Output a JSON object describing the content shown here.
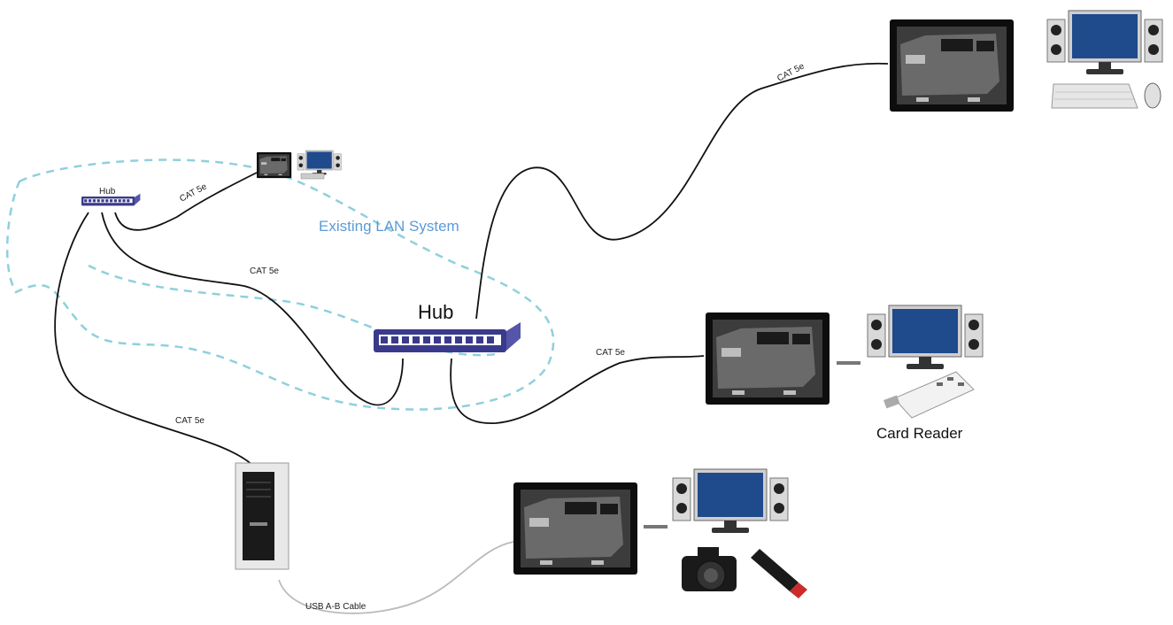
{
  "labels": {
    "lan_system": "Existing LAN System",
    "hub_main": "Hub",
    "hub_small": "Hub",
    "card_reader": "Card Reader",
    "cable_cat5e_top_right": "CAT 5e",
    "cable_cat5e_mid_right": "CAT 5e",
    "cable_cat5e_left_mid": "CAT 5e",
    "cable_cat5e_small": "CAT 5e",
    "cable_cat5e_tower": "CAT 5e",
    "cable_usb": "USB A-B Cable"
  },
  "colors": {
    "lan_dash": "#8fd0dc",
    "lan_text": "#5b9bd5",
    "hub_body": "#3a3a8c",
    "cable": "#111111"
  },
  "icons": [
    "kvm-extender-icon",
    "monitor-icon",
    "speaker-icon",
    "keyboard-icon",
    "mouse-icon",
    "pc-tower-icon",
    "hub-icon",
    "camera-icon",
    "usb-stick-icon",
    "card-reader-icon"
  ]
}
